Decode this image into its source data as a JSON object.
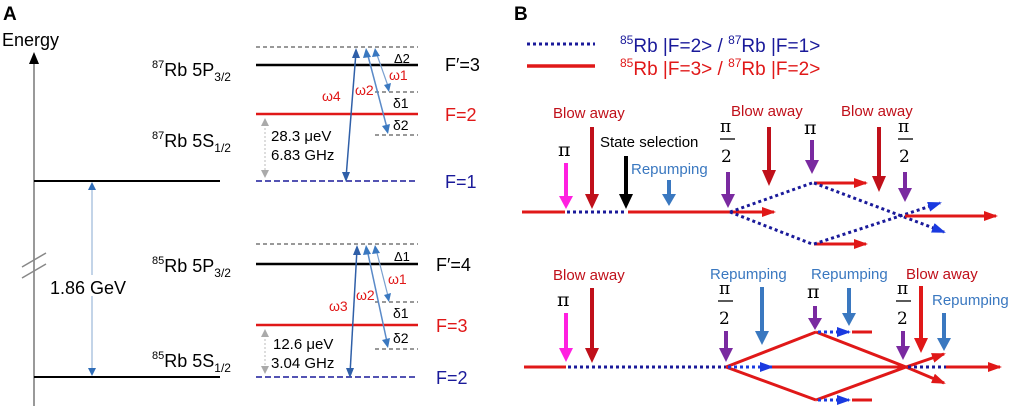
{
  "panelA": {
    "label": "A",
    "axis_label": "Energy",
    "gap_energy": "1.86 GeV",
    "rb87": {
      "excited": {
        "iso": "87",
        "name": "Rb 5P",
        "sub": "3/2",
        "level": "F′=3"
      },
      "ground": {
        "iso": "87",
        "name": "Rb 5S",
        "sub": "1/2"
      },
      "upper_ground_level": "F=2",
      "lower_ground_level": "F=1",
      "splitting_energy": "28.3 μeV",
      "splitting_freq": "6.83 GHz",
      "detuning_excited": "Δ2",
      "omega_pump": "ω4",
      "omega1": "ω1",
      "omega2": "ω2",
      "delta1": "δ1",
      "delta2": "δ2"
    },
    "rb85": {
      "excited": {
        "iso": "85",
        "name": "Rb 5P",
        "sub": "3/2",
        "level": "F′=4"
      },
      "ground": {
        "iso": "85",
        "name": "Rb 5S",
        "sub": "1/2"
      },
      "upper_ground_level": "F=3",
      "lower_ground_level": "F=2",
      "splitting_energy": "12.6 μeV",
      "splitting_freq": "3.04 GHz",
      "detuning_excited": "Δ1",
      "omega_pump": "ω3",
      "omega1": "ω1",
      "omega2": "ω2",
      "delta1": "δ1",
      "delta2": "δ2"
    }
  },
  "panelB": {
    "label": "B",
    "legend": [
      {
        "style": "dotted",
        "color": "#1a1a9a",
        "iso_a": "85",
        "text_a": "Rb |F=2> / ",
        "iso_b": "87",
        "text_b": "Rb |F=1>"
      },
      {
        "style": "solid",
        "color": "#e02020",
        "iso_a": "85",
        "text_a": "Rb |F=3> / ",
        "iso_b": "87",
        "text_b": "Rb |F=2>"
      }
    ],
    "sequence1": {
      "labels": {
        "blow_away_1": "Blow away",
        "pi_1": "π",
        "state_selection": "State selection",
        "repumping": "Repumping",
        "half_pi_1_num": "π",
        "half_pi_1_den": "2",
        "blow_away_2": "Blow away",
        "pi_2": "π",
        "blow_away_3": "Blow away",
        "half_pi_2_num": "π",
        "half_pi_2_den": "2"
      }
    },
    "sequence2": {
      "labels": {
        "blow_away_1": "Blow away",
        "pi_1": "π",
        "repumping_1": "Repumping",
        "half_pi_1_num": "π",
        "half_pi_1_den": "2",
        "pi_2": "π",
        "repumping_2": "Repumping",
        "blow_away_2": "Blow away",
        "half_pi_2_num": "π",
        "half_pi_2_den": "2",
        "repumping_3": "Repumping"
      }
    }
  },
  "colors": {
    "red": "#e01818",
    "darkred": "#c0101a",
    "blue_dark": "#1a1a9a",
    "blue_arrow": "#3a78c0",
    "magenta": "#ff20e0",
    "purple": "#7a2aa0",
    "black": "#000000"
  }
}
